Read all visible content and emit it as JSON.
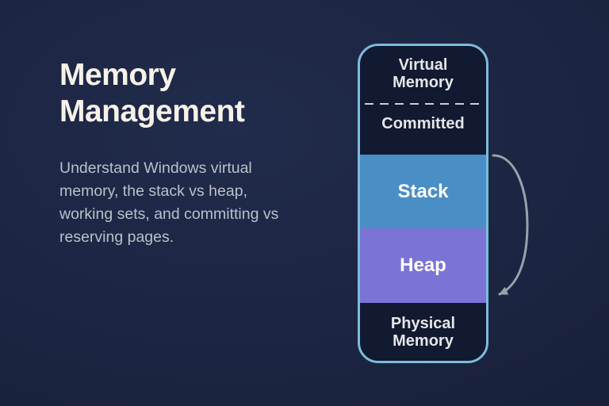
{
  "slide": {
    "title": "Memory Management",
    "description": "Understand Windows virtual memory, the stack vs heap, working sets, and committing vs reserving pages."
  },
  "diagram": {
    "virtual_memory_label": "Virtual Memory",
    "committed_label": "Committed",
    "segments": [
      {
        "label": "Stack"
      },
      {
        "label": "Heap"
      }
    ],
    "physical_memory_label": "Physical Memory"
  },
  "colors": {
    "title_text": "#f7f2e8",
    "description_text": "#bac0ca",
    "diagram_border": "#7cbcdc",
    "diagram_panel_bg": "#111a30",
    "stack_bg": "#4a8ec6",
    "heap_bg": "#7b74d6",
    "segment_text": "#ffffff",
    "panel_label_text": "#e5e6e9",
    "divider": "#c9ced6",
    "arrow": "#9aa1ab"
  }
}
